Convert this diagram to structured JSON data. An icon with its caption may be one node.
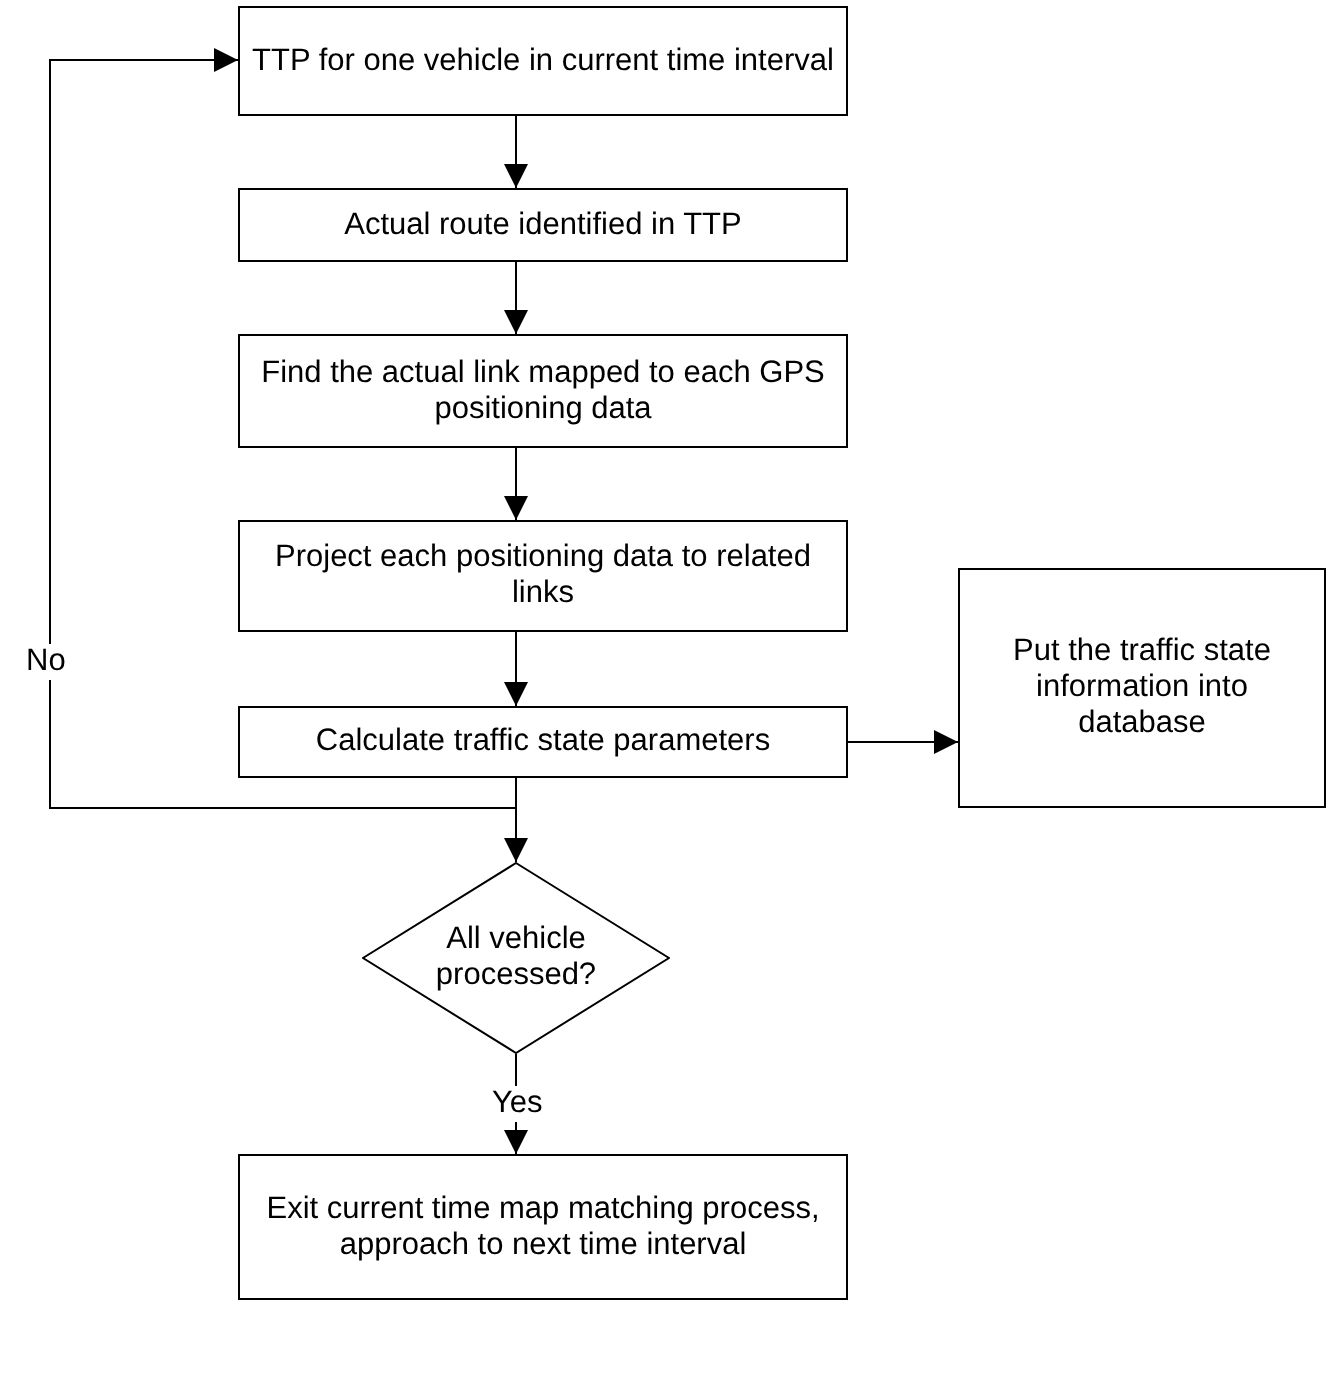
{
  "diagram": {
    "nodes": [
      {
        "text": [
          "TTP for one vehicle in current time interval"
        ]
      },
      {
        "text": [
          "Actual route identified in TTP"
        ]
      },
      {
        "text": [
          "Find the actual link mapped to each GPS positioning data"
        ]
      },
      {
        "text": [
          "Project each positioning data to related links"
        ]
      },
      {
        "text": [
          "Calculate traffic state parameters"
        ]
      },
      {
        "text": [
          "Put the traffic state information into database"
        ]
      },
      {
        "text": [
          "All vehicle processed?"
        ]
      },
      {
        "text": [
          "Exit current time map matching process, approach to next time interval"
        ]
      }
    ],
    "edges": [
      {
        "from": 0,
        "to": 1,
        "arrow": "to"
      },
      {
        "from": 1,
        "to": 2,
        "arrow": "to"
      },
      {
        "from": 2,
        "to": 3,
        "arrow": "to"
      },
      {
        "from": 3,
        "to": 4,
        "arrow": "to"
      },
      {
        "from": 4,
        "to": 5,
        "arrow": "to"
      },
      {
        "from": 4,
        "to": 6,
        "arrow": "to"
      },
      {
        "from": 6,
        "to": 0,
        "arrow": "to",
        "label": "No"
      },
      {
        "from": 6,
        "to": 7,
        "arrow": "to",
        "label": "Yes"
      }
    ]
  }
}
